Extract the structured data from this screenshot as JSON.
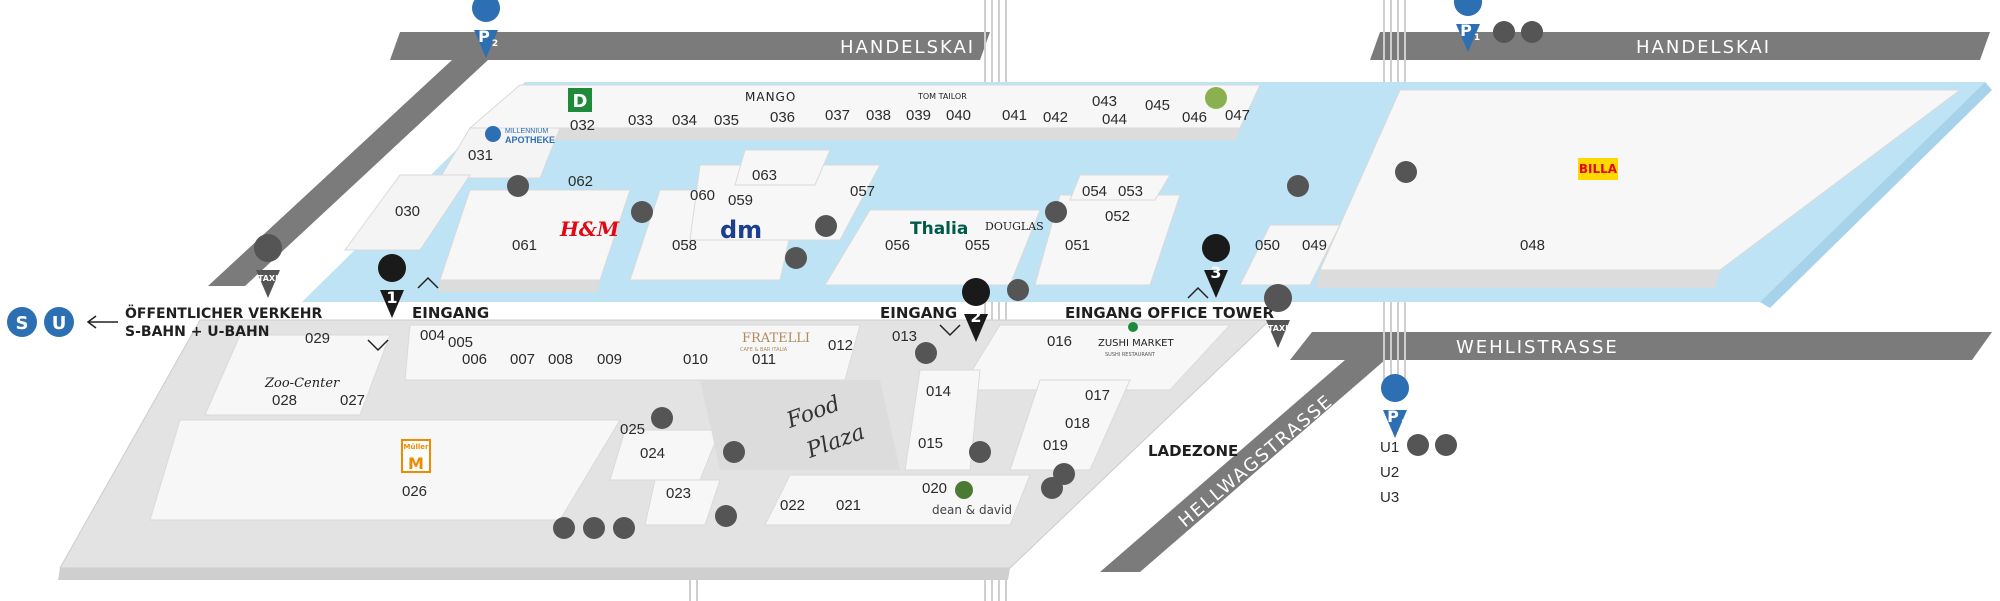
{
  "streets": {
    "handelskai_left": "HANDELSKAI",
    "handelskai_right": "HANDELSKAI",
    "wehlistrasse": "WEHLISTRASSE",
    "hellwagstrasse": "HELLWAGSTRASSE"
  },
  "transit": {
    "line1": "ÖFFENTLICHER VERKEHR",
    "line2": "S-BAHN + U-BAHN",
    "s_logo": "S",
    "u_logo": "U"
  },
  "entrances": {
    "e1_num": "1",
    "e1_label": "EINGANG",
    "e2_num": "2",
    "e2_label": "EINGANG",
    "e3_num": "3",
    "e3_label": "EINGANG OFFICE TOWER"
  },
  "misc": {
    "ladezone": "LADEZONE",
    "taxi": "TAXI",
    "food_plaza_1": "Food",
    "food_plaza_2": "Plaza"
  },
  "parking": {
    "p1": "P",
    "p1_sub": "1",
    "p2": "P",
    "p2_sub": "2",
    "levels": [
      "U1",
      "U2",
      "U3"
    ]
  },
  "brands": {
    "millennium_1": "MILLENNIUM",
    "millennium_2": "APOTHEKE",
    "mango": "MANGO",
    "tom_tailor": "TOM TAILOR",
    "hm": "H&M",
    "dm": "dm",
    "thalia": "Thalia",
    "douglas": "DOUGLAS",
    "billa": "BILLA",
    "fratelli_1": "FRATELLI",
    "fratelli_2": "CAFE & BAR ITALIA",
    "zushi_1": "ZUSHI MARKET",
    "zushi_2": "SUSHI RESTAURANT",
    "zoo_center": "Zoo-Center",
    "mueller_top": "Müller",
    "mueller_m": "M",
    "dean_david": "dean & david",
    "d_logo": "D"
  },
  "units_upper": [
    "030",
    "031",
    "032",
    "033",
    "034",
    "035",
    "036",
    "037",
    "038",
    "039",
    "040",
    "041",
    "042",
    "043",
    "044",
    "045",
    "046",
    "047",
    "048",
    "049",
    "050",
    "051",
    "052",
    "053",
    "054",
    "055",
    "056",
    "057",
    "058",
    "059",
    "060",
    "061",
    "062",
    "063"
  ],
  "units_lower": [
    "004",
    "005",
    "006",
    "007",
    "008",
    "009",
    "010",
    "011",
    "012",
    "013",
    "014",
    "015",
    "016",
    "017",
    "018",
    "019",
    "020",
    "021",
    "022",
    "023",
    "024",
    "025",
    "026",
    "027",
    "028",
    "029"
  ],
  "colors": {
    "water": "#bde3f5",
    "street": "#7b7b7b",
    "floor": "#e3e3e3",
    "block": "#f7f7f7",
    "pin_dark": "#333333",
    "pin_blue": "#2d6fb3",
    "billa": "#ffd800",
    "billa_red": "#e30613"
  }
}
